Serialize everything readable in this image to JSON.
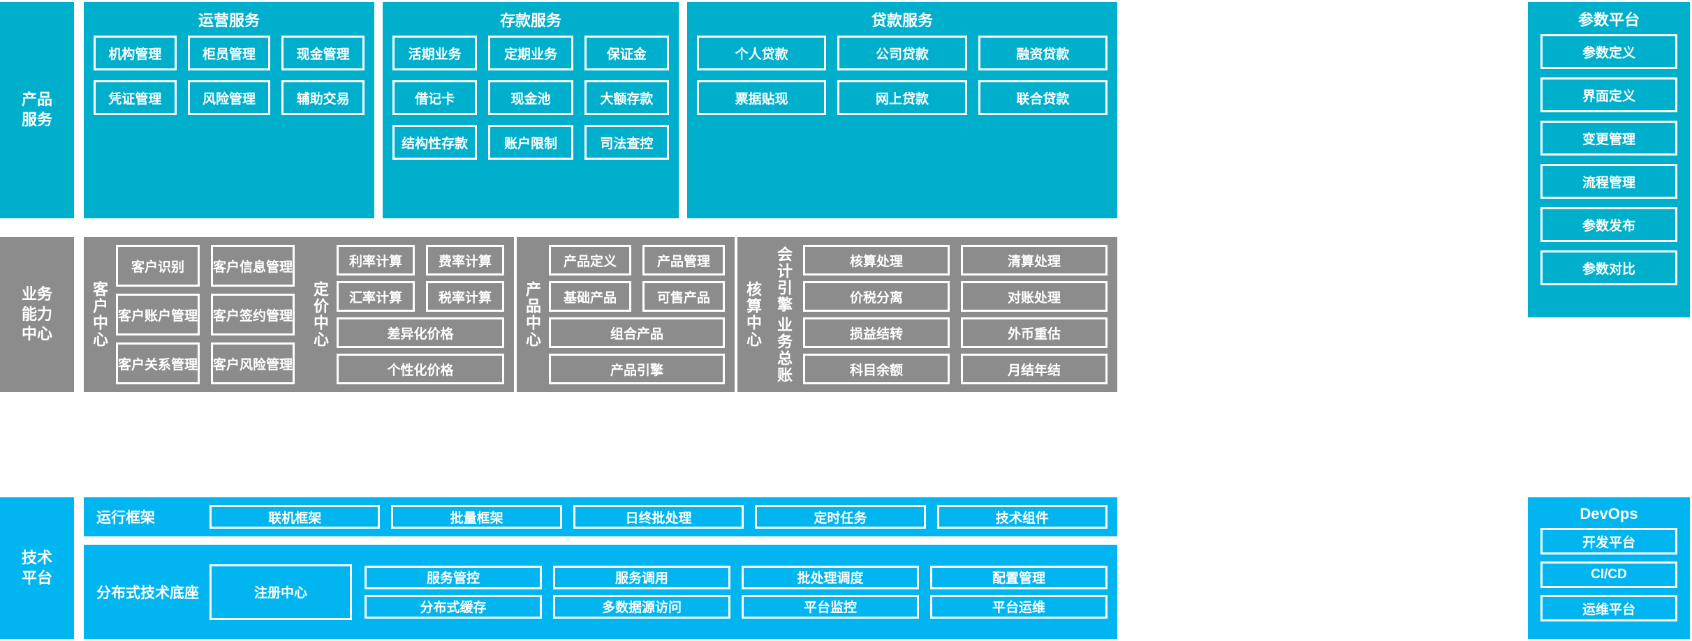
{
  "colors": {
    "teal": "#00AFCC",
    "gray": "#8C8C8C",
    "blue": "#00B5F0",
    "border": "#FFFFFF"
  },
  "band_product": {
    "side_label_line1": "产品",
    "side_label_line2": "服务",
    "groups": [
      {
        "title": "运营服务",
        "items": [
          "机构管理",
          "柜员管理",
          "现金管理",
          "凭证管理",
          "风险管理",
          "辅助交易"
        ]
      },
      {
        "title": "存款服务",
        "items": [
          "活期业务",
          "定期业务",
          "保证金",
          "借记卡",
          "现金池",
          "大额存款",
          "结构性存款",
          "账户限制",
          "司法查控"
        ]
      },
      {
        "title": "贷款服务",
        "items": [
          "个人贷款",
          "公司贷款",
          "融资贷款",
          "票据贴现",
          "网上贷款",
          "联合贷款"
        ]
      }
    ]
  },
  "band_capability": {
    "side_label_line1": "业务",
    "side_label_line2": "能力",
    "side_label_line3": "中心",
    "groups": [
      {
        "vlabel": "客户中心",
        "rows": [
          [
            "客户识别",
            "客户信息管理"
          ],
          [
            "客户账户管理",
            "客户签约管理"
          ],
          [
            "客户关系管理",
            "客户风险管理"
          ]
        ]
      },
      {
        "vlabel": "定价中心",
        "rows": [
          [
            "利率计算",
            "费率计算"
          ],
          [
            "汇率计算",
            "税率计算"
          ],
          [
            "差异化价格"
          ],
          [
            "个性化价格"
          ]
        ]
      },
      {
        "vlabel": "产品中心",
        "rows": [
          [
            "产品定义",
            "产品管理"
          ],
          [
            "基础产品",
            "可售产品"
          ],
          [
            "组合产品"
          ],
          [
            "产品引擎"
          ]
        ]
      },
      {
        "vlabel": "核算中心",
        "sub_vlabel_1": "会计引擎",
        "sub_vlabel_2": "业务总账",
        "rows_top": [
          [
            "核算处理",
            "清算处理"
          ],
          [
            "价税分离",
            "对账处理"
          ]
        ],
        "rows_bottom": [
          [
            "损益结转",
            "外币重估"
          ],
          [
            "科目余额",
            "月结年结"
          ]
        ]
      }
    ]
  },
  "band_tech": {
    "side_label_line1": "技术",
    "side_label_line2": "平台",
    "strips": [
      {
        "label": "运行框架",
        "rows": [
          [
            "联机框架",
            "批量框架",
            "日终批处理",
            "定时任务",
            "技术组件"
          ]
        ]
      },
      {
        "label": "分布式技术底座",
        "register_label": "注册中心",
        "rows": [
          [
            "服务管控",
            "服务调用",
            "批处理调度",
            "配置管理"
          ],
          [
            "分布式缓存",
            "多数据源访问",
            "平台监控",
            "平台运维"
          ]
        ]
      }
    ]
  },
  "right_param": {
    "title": "参数平台",
    "items": [
      "参数定义",
      "界面定义",
      "变更管理",
      "流程管理",
      "参数发布",
      "参数对比"
    ]
  },
  "right_devops": {
    "title": "DevOps",
    "items": [
      "开发平台",
      "CI/CD",
      "运维平台"
    ]
  }
}
